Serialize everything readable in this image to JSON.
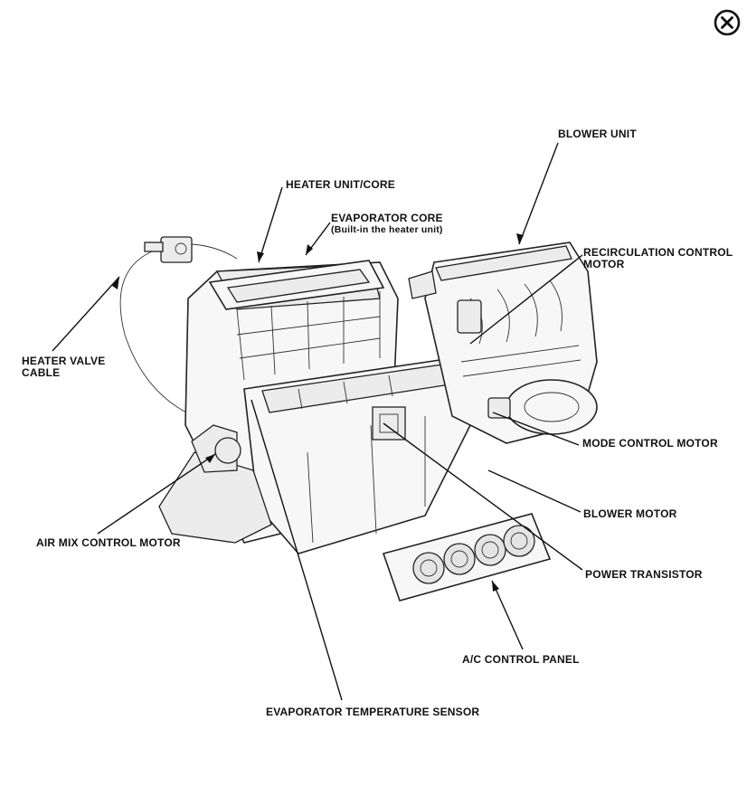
{
  "close_button": {
    "icon": "close-circle-icon",
    "glyph": "×"
  },
  "labels": {
    "blower_unit": "BLOWER UNIT",
    "heater_unit_core": "HEATER UNIT/CORE",
    "evaporator_core": "EVAPORATOR CORE",
    "evaporator_core_note": "(Built-in the heater unit)",
    "recirculation_control_motor_1": "RECIRCULATION CONTROL",
    "recirculation_control_motor_2": "MOTOR",
    "heater_valve_cable_1": "HEATER VALVE",
    "heater_valve_cable_2": "CABLE",
    "mode_control_motor": "MODE CONTROL MOTOR",
    "blower_motor": "BLOWER MOTOR",
    "air_mix_control_motor": "AIR MIX CONTROL MOTOR",
    "power_transistor": "POWER TRANSISTOR",
    "ac_control_panel": "A/C CONTROL PANEL",
    "evaporator_temperature_sensor": "EVAPORATOR TEMPERATURE SENSOR"
  }
}
